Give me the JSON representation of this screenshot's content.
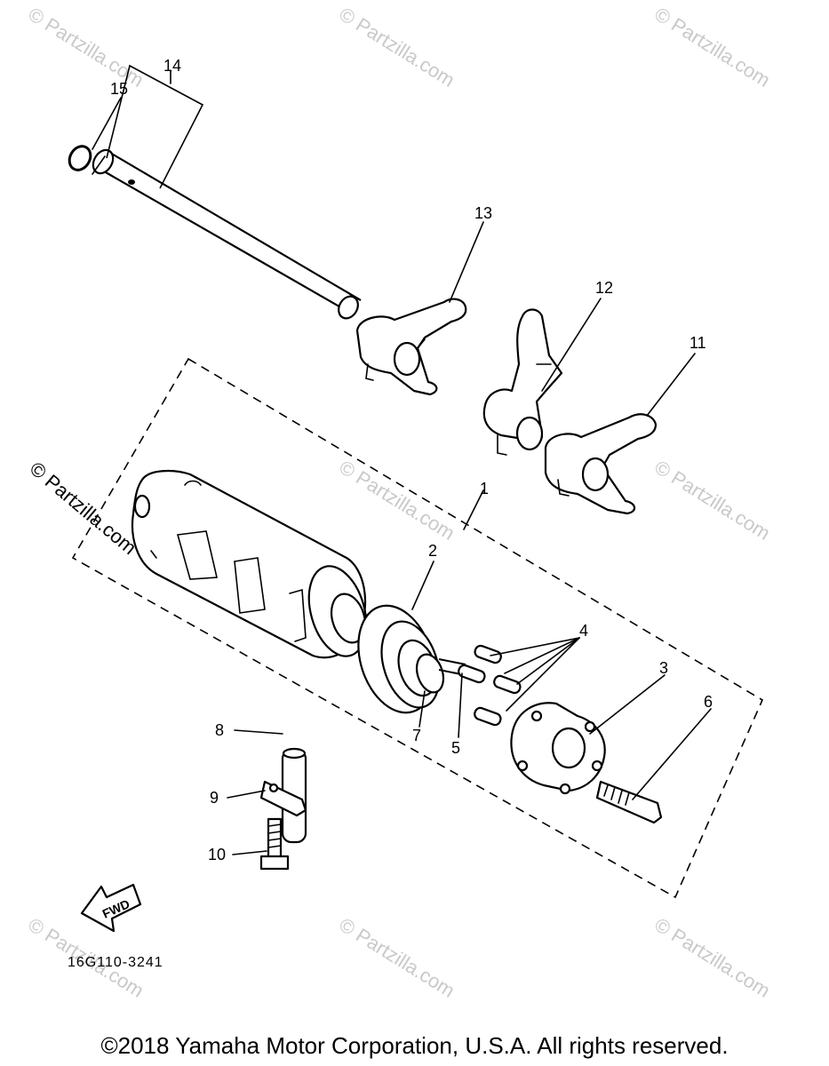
{
  "diagram": {
    "part_labels": [
      "1",
      "2",
      "3",
      "4",
      "5",
      "6",
      "7",
      "8",
      "9",
      "10",
      "11",
      "12",
      "13",
      "14",
      "15"
    ],
    "figure_code": "16G110-3241",
    "fwd_label": "FWD",
    "watermark": "© Partzilla.com",
    "side_watermark": "© Partzilla.com",
    "copyright": "©2018  Yamaha Motor Corporation, U.S.A. All rights reserved."
  }
}
